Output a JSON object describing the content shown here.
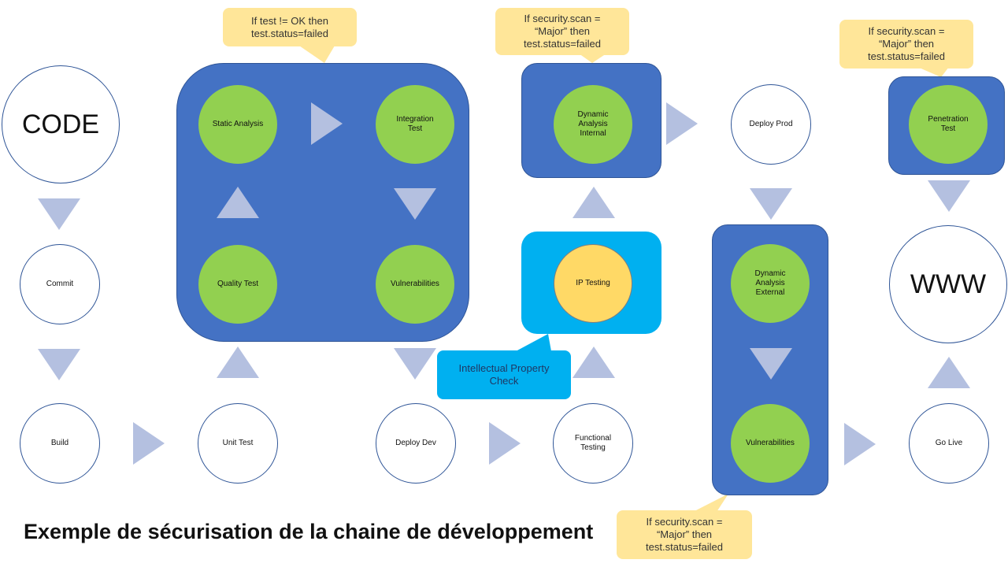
{
  "title": "Exemple de sécurisation de la chaine de développement",
  "nodes": {
    "code": "CODE",
    "commit": "Commit",
    "build": "Build",
    "unit_test": "Unit Test",
    "static_analysis": "Static Analysis",
    "integration_test": "Integration\nTest",
    "quality_test": "Quality Test",
    "vulnerabilities_1": "Vulnerabilities",
    "deploy_dev": "Deploy Dev",
    "functional_testing": "Functional\nTesting",
    "ip_testing": "IP Testing",
    "dynamic_internal": "Dynamic\nAnalysis\nInternal",
    "deploy_prod": "Deploy Prod",
    "dynamic_external": "Dynamic\nAnalysis\nExternal",
    "vulnerabilities_2": "Vulnerabilities",
    "penetration_test": "Penetration\nTest",
    "www": "WWW",
    "go_live": "Go Live"
  },
  "notes": {
    "test_rule": "If test != OK then\ntest.status=failed",
    "security_rule_internal": "If security.scan =\n“Major” then\ntest.status=failed",
    "security_rule_pentest": "If security.scan =\n“Major” then\ntest.status=failed",
    "security_rule_external": "If security.scan =\n“Major” then\ntest.status=failed",
    "ip_callout": "Intellectual Property\nCheck"
  },
  "colors": {
    "panel": "#4472c4",
    "stage": "#92d050",
    "ip_panel": "#00b0f0",
    "ip_stage": "#ffd966",
    "note": "#ffe699",
    "arrow": "#b4c0e0"
  }
}
